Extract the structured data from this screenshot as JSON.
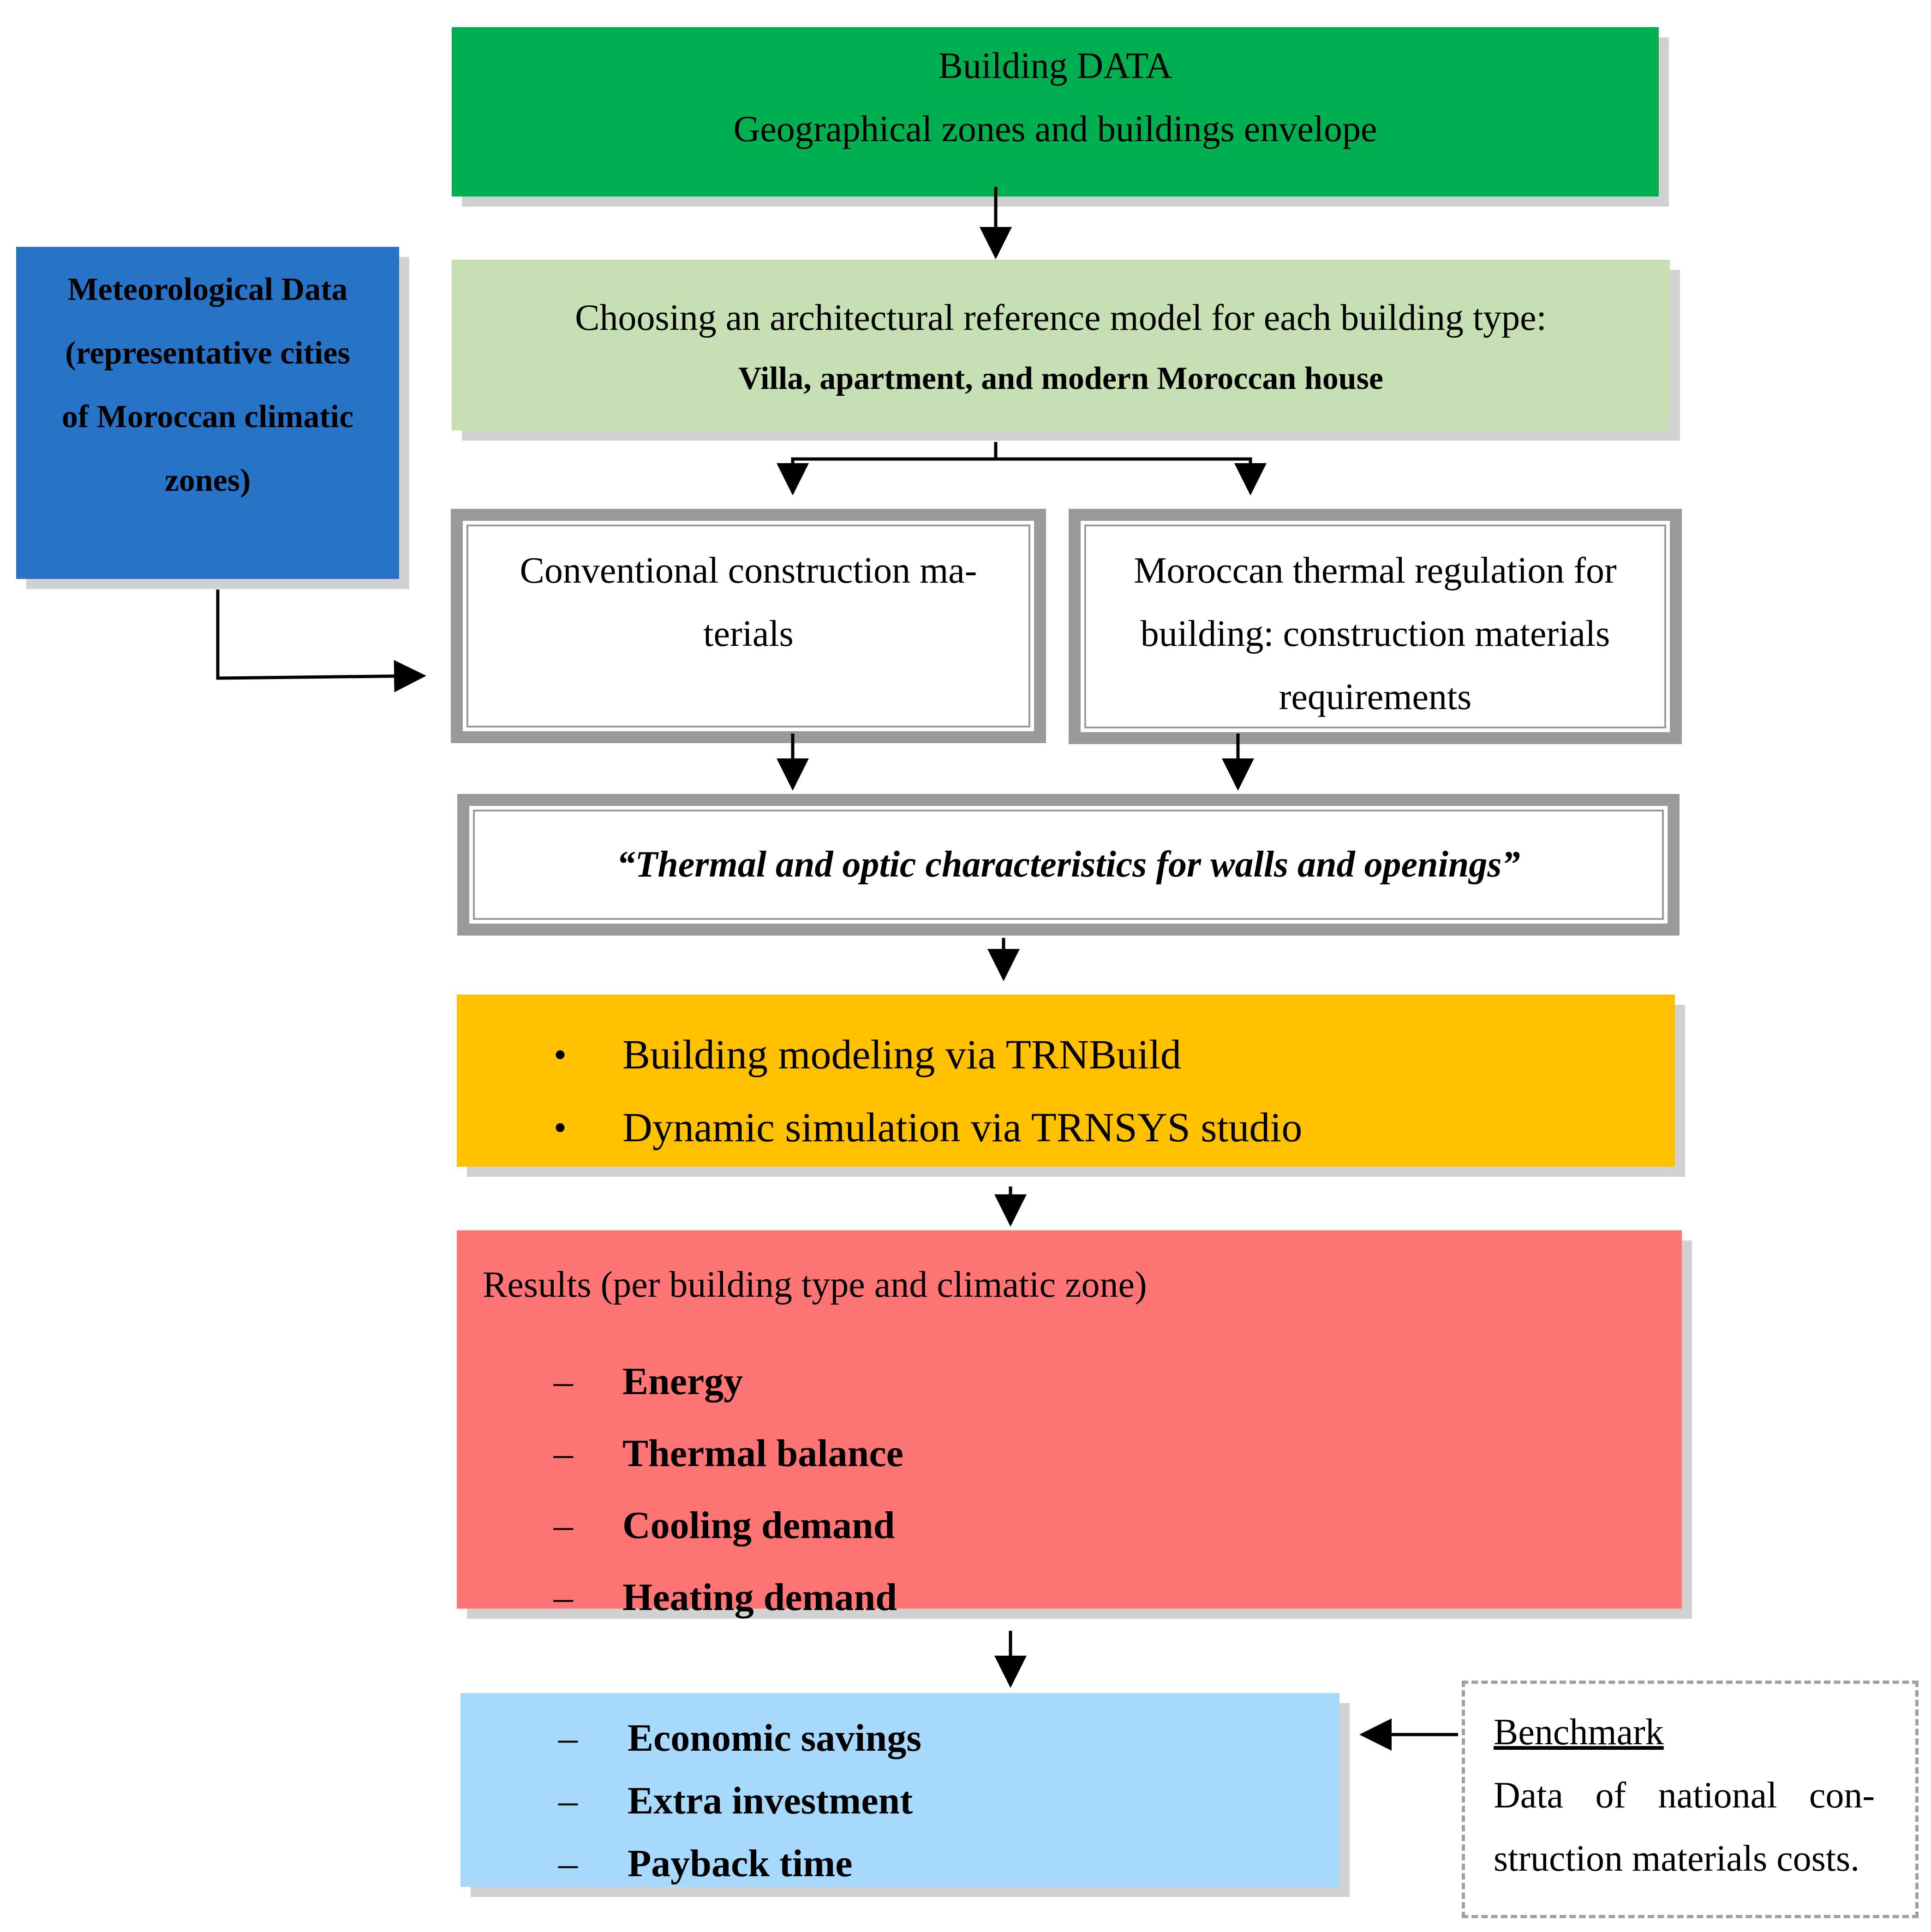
{
  "building_data": {
    "line1": "Building DATA",
    "line2": "Geographical zones and buildings envelope",
    "color": "#00b050"
  },
  "reference_model": {
    "line1": "Choosing an architectural reference model for each building type:",
    "line2": "Villa, apartment, and modern Moroccan house",
    "color": "#c6e0b4"
  },
  "meteorological": {
    "lines": [
      "Meteorological Data",
      "(representative cities",
      "of Moroccan climatic",
      "zones)"
    ],
    "color": "#2773c8"
  },
  "conventional": {
    "lines": [
      "Conventional construction ma-",
      "terials"
    ]
  },
  "regulation": {
    "lines": [
      "Moroccan thermal regulation for",
      "building: construction materials",
      "requirements"
    ]
  },
  "thermal": {
    "text": "“Thermal and optic characteristics for walls and openings”"
  },
  "simulation": {
    "bullet": "•",
    "items": [
      "Building modeling via TRNBuild",
      "Dynamic simulation via TRNSYS studio"
    ],
    "color": "#ffc000"
  },
  "results": {
    "heading": "Results (per building type and climatic zone)",
    "dash": "–",
    "items": [
      "Energy",
      "Thermal balance",
      "Cooling demand",
      "Heating demand"
    ],
    "color": "#ff7575"
  },
  "economics": {
    "dash": "–",
    "items": [
      "Economic savings",
      "Extra investment",
      "Payback time"
    ],
    "color": "#a6d9fb"
  },
  "benchmark": {
    "title": "Benchmark",
    "body_lines": [
      "Data of national con-",
      "struction materials costs."
    ]
  }
}
